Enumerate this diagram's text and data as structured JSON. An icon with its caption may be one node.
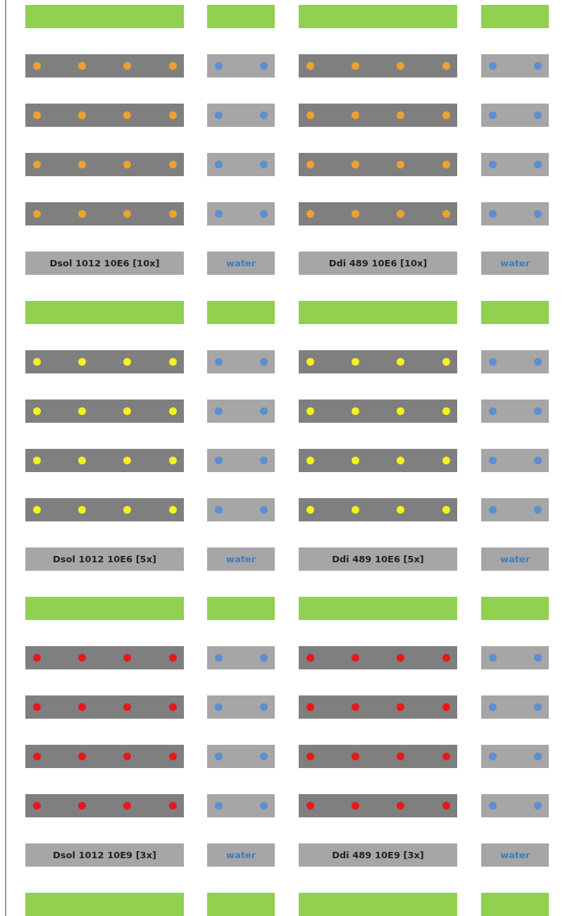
{
  "diagram": {
    "nodes": [
      {
        "text": [],
        "shape": "bar"
      },
      {
        "text": [],
        "shape": "bar"
      },
      {
        "text": [],
        "shape": "bar"
      },
      {
        "text": [],
        "shape": "bar"
      },
      {
        "text": [],
        "shape": "bar"
      },
      {
        "text": [],
        "shape": "bar"
      },
      {
        "text": [],
        "shape": "bar"
      },
      {
        "text": [],
        "shape": "bar"
      },
      {
        "text": [],
        "shape": "bar"
      },
      {
        "text": [],
        "shape": "bar"
      },
      {
        "text": [],
        "shape": "bar"
      },
      {
        "text": [],
        "shape": "bar"
      },
      {
        "text": [],
        "shape": "bar"
      },
      {
        "text": [],
        "shape": "bar"
      },
      {
        "text": [],
        "shape": "bar"
      },
      {
        "text": [],
        "shape": "bar"
      },
      {
        "text": [],
        "shape": "bar"
      },
      {
        "text": [],
        "shape": "bar"
      },
      {
        "text": [],
        "shape": "bar"
      },
      {
        "text": [],
        "shape": "bar"
      },
      {
        "text": [
          "Dsol 1012 10E6 [10x]"
        ]
      },
      {
        "text": [
          "water"
        ]
      },
      {
        "text": [
          "Ddi 489 10E6 [10x]"
        ]
      },
      {
        "text": [
          "water"
        ]
      },
      {
        "text": [],
        "shape": "bar"
      },
      {
        "text": [],
        "shape": "bar"
      },
      {
        "text": [],
        "shape": "bar"
      },
      {
        "text": [],
        "shape": "bar"
      },
      {
        "text": [],
        "shape": "bar"
      },
      {
        "text": [],
        "shape": "bar"
      },
      {
        "text": [],
        "shape": "bar"
      },
      {
        "text": [],
        "shape": "bar"
      },
      {
        "text": [],
        "shape": "bar"
      },
      {
        "text": [],
        "shape": "bar"
      },
      {
        "text": [],
        "shape": "bar"
      },
      {
        "text": [],
        "shape": "bar"
      },
      {
        "text": [],
        "shape": "bar"
      },
      {
        "text": [],
        "shape": "bar"
      },
      {
        "text": [],
        "shape": "bar"
      },
      {
        "text": [],
        "shape": "bar"
      },
      {
        "text": [],
        "shape": "bar"
      },
      {
        "text": [],
        "shape": "bar"
      },
      {
        "text": [],
        "shape": "bar"
      },
      {
        "text": [],
        "shape": "bar"
      },
      {
        "text": [
          "Dsol 1012 10E6 [5x]"
        ]
      },
      {
        "text": [
          "water"
        ]
      },
      {
        "text": [
          "Ddi 489 10E6 [5x]"
        ]
      },
      {
        "text": [
          "water"
        ]
      },
      {
        "text": [],
        "shape": "bar"
      },
      {
        "text": [],
        "shape": "bar"
      },
      {
        "text": [],
        "shape": "bar"
      },
      {
        "text": [],
        "shape": "bar"
      },
      {
        "text": [],
        "shape": "bar"
      },
      {
        "text": [],
        "shape": "bar"
      },
      {
        "text": [],
        "shape": "bar"
      },
      {
        "text": [],
        "shape": "bar"
      },
      {
        "text": [],
        "shape": "bar"
      },
      {
        "text": [],
        "shape": "bar"
      },
      {
        "text": [],
        "shape": "bar"
      },
      {
        "text": [],
        "shape": "bar"
      },
      {
        "text": [],
        "shape": "bar"
      },
      {
        "text": [],
        "shape": "bar"
      },
      {
        "text": [],
        "shape": "bar"
      },
      {
        "text": [],
        "shape": "bar"
      },
      {
        "text": [],
        "shape": "bar"
      },
      {
        "text": [],
        "shape": "bar"
      },
      {
        "text": [],
        "shape": "bar"
      },
      {
        "text": [],
        "shape": "bar"
      },
      {
        "text": [
          "Dsol 1012 10E9 [3x]"
        ]
      },
      {
        "text": [
          "water"
        ]
      },
      {
        "text": [
          "Ddi 489 10E9 [3x]"
        ]
      },
      {
        "text": [
          "water"
        ]
      },
      {
        "text": [],
        "shape": "bar"
      },
      {
        "text": [],
        "shape": "bar"
      },
      {
        "text": [],
        "shape": "bar"
      },
      {
        "text": [],
        "shape": "bar"
      }
    ]
  }
}
